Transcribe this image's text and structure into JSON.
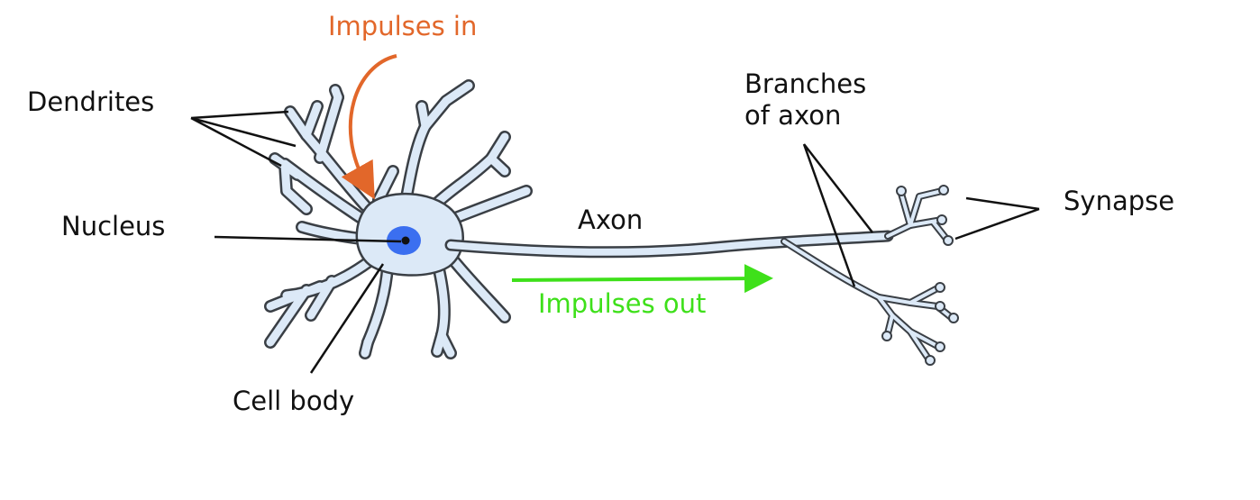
{
  "labels": {
    "impulses_in": "Impulses in",
    "dendrites": "Dendrites",
    "nucleus": "Nucleus",
    "cell_body": "Cell body",
    "axon": "Axon",
    "impulses_out": "Impulses out",
    "branches_line1": "Branches",
    "branches_line2": "of axon",
    "synapse": "Synapse"
  },
  "colors": {
    "cell_fill": "#dce9f7",
    "cell_outline": "#3a3f45",
    "nucleus_fill": "#3b6ff0",
    "nucleus_dot": "#111111",
    "leader_line": "#111111",
    "impulses_in": "#e2672a",
    "impulses_out": "#3ee01a",
    "text": "#111111"
  }
}
